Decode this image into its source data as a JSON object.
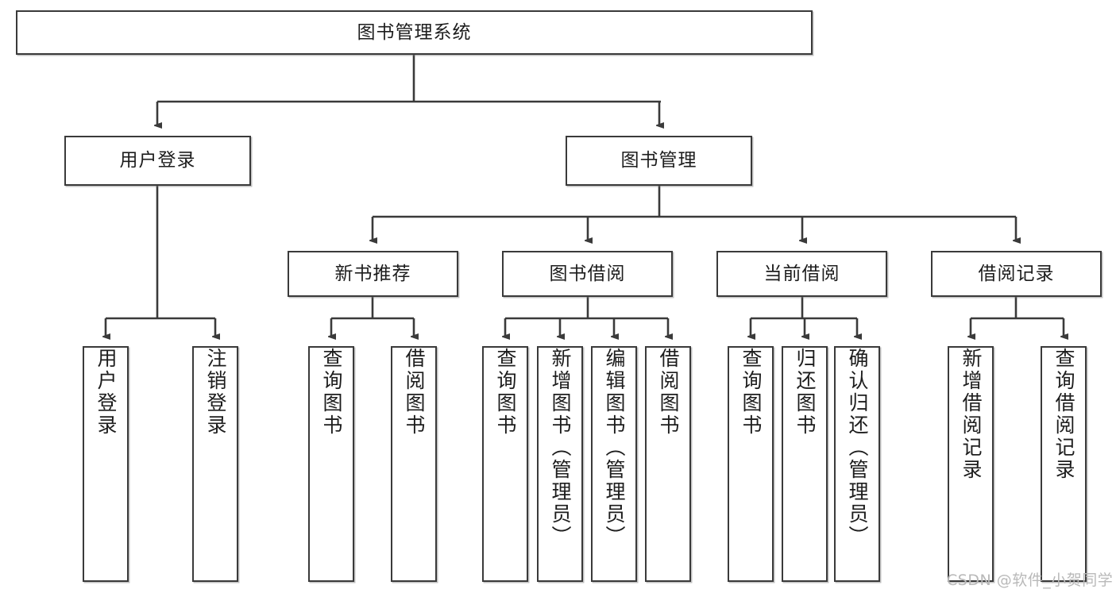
{
  "diagram": {
    "title_node": {
      "label": "图书管理系统"
    },
    "level2": [
      {
        "id": "user-login",
        "label": "用户登录"
      },
      {
        "id": "book-management",
        "label": "图书管理"
      }
    ],
    "level3": [
      {
        "id": "new-book-recommend",
        "label": "新书推荐"
      },
      {
        "id": "book-borrow",
        "label": "图书借阅"
      },
      {
        "id": "current-borrow",
        "label": "当前借阅"
      },
      {
        "id": "borrow-record",
        "label": "借阅记录"
      }
    ],
    "leaves": {
      "user_login": [
        {
          "id": "leaf-user-login",
          "label": "用户登录"
        },
        {
          "id": "leaf-logout-login",
          "label": "注销登录"
        }
      ],
      "new_book_recommend": [
        {
          "id": "leaf-query-book-1",
          "label": "查询图书"
        },
        {
          "id": "leaf-borrow-book-1",
          "label": "借阅图书"
        }
      ],
      "book_borrow": [
        {
          "id": "leaf-query-book-2",
          "label": "查询图书"
        },
        {
          "id": "leaf-add-book",
          "label": "新增图书（管理员）"
        },
        {
          "id": "leaf-edit-book",
          "label": "编辑图书（管理员）"
        },
        {
          "id": "leaf-borrow-book-2",
          "label": "借阅图书"
        }
      ],
      "current_borrow": [
        {
          "id": "leaf-query-book-3",
          "label": "查询图书"
        },
        {
          "id": "leaf-return-book",
          "label": "归还图书"
        },
        {
          "id": "leaf-confirm-return",
          "label": "确认归还（管理员）"
        }
      ],
      "borrow_record": [
        {
          "id": "leaf-add-record",
          "label": "新增借阅记录"
        },
        {
          "id": "leaf-query-record",
          "label": "查询借阅记录"
        }
      ]
    }
  },
  "watermark": {
    "text": "CSDN @软件_小贺同学"
  },
  "colors": {
    "border": "#3a3a3a",
    "text": "#1d1d1d",
    "background": "#ffffff",
    "watermark": "#b9b9b9"
  }
}
